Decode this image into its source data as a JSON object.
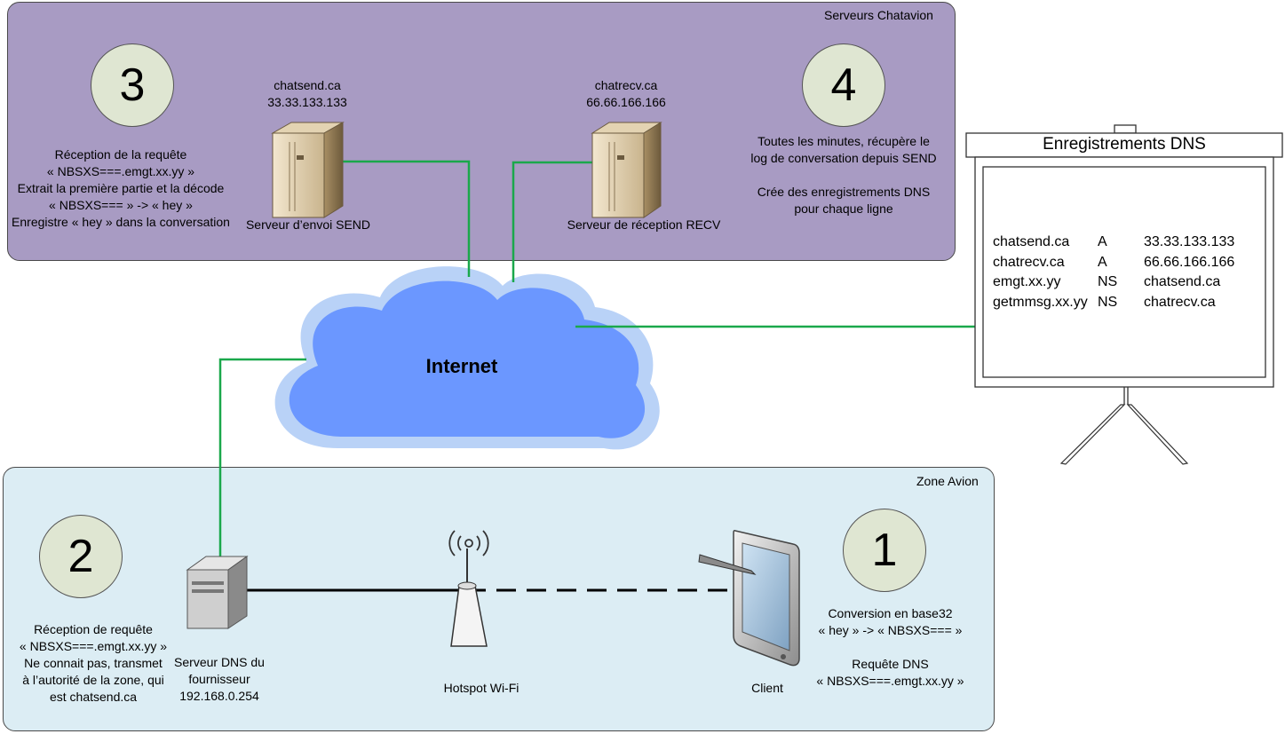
{
  "zones": {
    "top_title": "Serveurs Chatavion",
    "bottom_title": "Zone Avion"
  },
  "steps": {
    "step1": {
      "number": "1",
      "lines": [
        "Conversion en base32",
        "« hey » -> « NBSXS=== »",
        "",
        "Requête DNS",
        "« NBSXS===.emgt.xx.yy »"
      ]
    },
    "step2": {
      "number": "2",
      "lines": [
        "Réception de requête",
        "« NBSXS===.emgt.xx.yy »",
        "Ne connait pas, transmet",
        "à l’autorité de la zone, qui",
        "est chatsend.ca"
      ]
    },
    "step3": {
      "number": "3",
      "lines": [
        "Réception de la requête",
        "« NBSXS===.emgt.xx.yy »",
        "Extrait la première partie et la décode",
        "« NBSXS=== » -> « hey »",
        "Enregistre « hey » dans la conversation"
      ]
    },
    "step4": {
      "number": "4",
      "lines": [
        "Toutes les minutes, récupère le",
        "log de conversation depuis SEND",
        "",
        "Crée des enregistrements DNS",
        "pour chaque ligne"
      ]
    }
  },
  "servers": {
    "send": {
      "host": "chatsend.ca",
      "ip": "33.33.133.133",
      "label": "Serveur d’envoi SEND"
    },
    "recv": {
      "host": "chatrecv.ca",
      "ip": "66.66.166.166",
      "label": "Serveur de réception RECV"
    },
    "dns": {
      "lines": [
        "Serveur DNS du",
        "fournisseur",
        "192.168.0.254"
      ]
    }
  },
  "devices": {
    "hotspot_label": "Hotspot Wi-Fi",
    "client_label": "Client"
  },
  "internet_label": "Internet",
  "dns_records": {
    "title": "Enregistrements DNS",
    "rows": [
      {
        "name": "chatsend.ca",
        "type": "A",
        "value": "33.33.133.133"
      },
      {
        "name": "chatrecv.ca",
        "type": "A",
        "value": "66.66.166.166"
      },
      {
        "name": "emgt.xx.yy",
        "type": "NS",
        "value": "chatsend.ca"
      },
      {
        "name": "getmmsg.xx.yy",
        "type": "NS",
        "value": "chatrecv.ca"
      }
    ]
  },
  "colors": {
    "top_zone": "#a89bc3",
    "bottom_zone": "#dcedf4",
    "cloud": "#6b97ff",
    "cloud_outline": "#b9d2f7",
    "connection": "#1aa84b",
    "step_circle": "#dfe6d2"
  }
}
